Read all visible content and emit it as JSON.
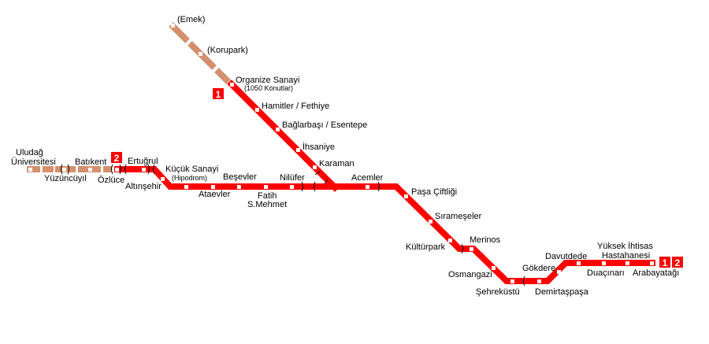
{
  "colors": {
    "active_line": "#FF0000",
    "planned_line": "#D4906C",
    "station": "#FFFFFF"
  },
  "badges": {
    "line1": "1",
    "line2": "2"
  },
  "stations": {
    "emek": "(Emek)",
    "korupark": "(Korupark)",
    "organize_sanayi": "Organize Sanayi",
    "organize_sanayi_sub": "(1050 Konutlar)",
    "hamitler": "Hamitler / Fethiye",
    "baglarbasi": "Bağlarbaşı / Esentepe",
    "ihsaniye": "İhsaniye",
    "karaman": "Karaman",
    "uludag_1": "Uludağ",
    "uludag_2": "Üniversitesi",
    "yuzuncuyil": "Yüzüncüyıl",
    "batikent": "Batıkent",
    "ozluce": "Özlüce",
    "ertugrul": "Ertuğrul",
    "altinsehir": "Altınşehir",
    "kucuk_sanayi": "Küçük Sanayi",
    "kucuk_sanayi_sub": "(Hipodrom)",
    "ataevler": "Ataevler",
    "besevler": "Beşevler",
    "fatih_1": "Fatih",
    "fatih_2": "S.Mehmet",
    "nilufer": "Nilüfer",
    "acemler": "Acemler",
    "pasa_ciftligi": "Paşa Çiftliği",
    "sirameseler": "Sırameşeler",
    "kulturpark": "Kültürpark",
    "merinos": "Merinos",
    "osmangazi": "Osmangazi",
    "sehrekustu": "Şehreküstü",
    "demirtaspasa": "Demirtaşpaşa",
    "gokdere": "Gökdere",
    "davutdede": "Davutdede",
    "duacinari": "Duaçınarı",
    "yuksek_1": "Yüksek İhtisas",
    "yuksek_2": "Hastahanesi",
    "arabayatagi": "Arabayatağı"
  }
}
